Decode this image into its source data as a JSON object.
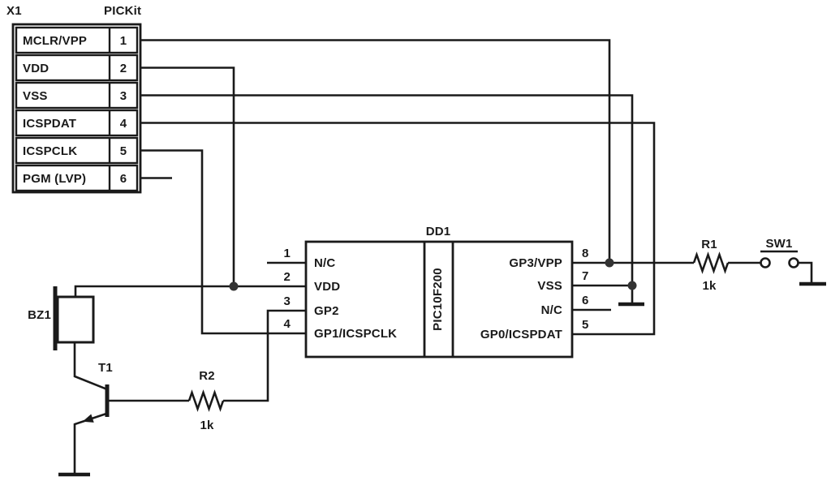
{
  "diagram": {
    "connector": {
      "refdes": "X1",
      "title": "PICKit",
      "rows": [
        {
          "label": "MCLR/VPP",
          "pin": "1"
        },
        {
          "label": "VDD",
          "pin": "2"
        },
        {
          "label": "VSS",
          "pin": "3"
        },
        {
          "label": "ICSPDAT",
          "pin": "4"
        },
        {
          "label": "ICSPCLK",
          "pin": "5"
        },
        {
          "label": "PGM (LVP)",
          "pin": "6"
        }
      ]
    },
    "ic": {
      "refdes": "DD1",
      "part": "PIC10F200",
      "left_pins": [
        {
          "number": "1",
          "label": "N/C"
        },
        {
          "number": "2",
          "label": "VDD"
        },
        {
          "number": "3",
          "label": "GP2"
        },
        {
          "number": "4",
          "label": "GP1/ICSPCLK"
        }
      ],
      "right_pins": [
        {
          "number": "8",
          "label": "GP3/VPP"
        },
        {
          "number": "7",
          "label": "VSS"
        },
        {
          "number": "6",
          "label": "N/C"
        },
        {
          "number": "5",
          "label": "GP0/ICSPDAT"
        }
      ]
    },
    "components": {
      "r1": {
        "refdes": "R1",
        "value": "1k"
      },
      "r2": {
        "refdes": "R2",
        "value": "1k"
      },
      "sw1": {
        "refdes": "SW1"
      },
      "bz1": {
        "refdes": "BZ1"
      },
      "t1": {
        "refdes": "T1"
      }
    },
    "colors": {
      "line": "#1a1a1a",
      "background": "#ffffff",
      "junction": "#333333"
    }
  }
}
